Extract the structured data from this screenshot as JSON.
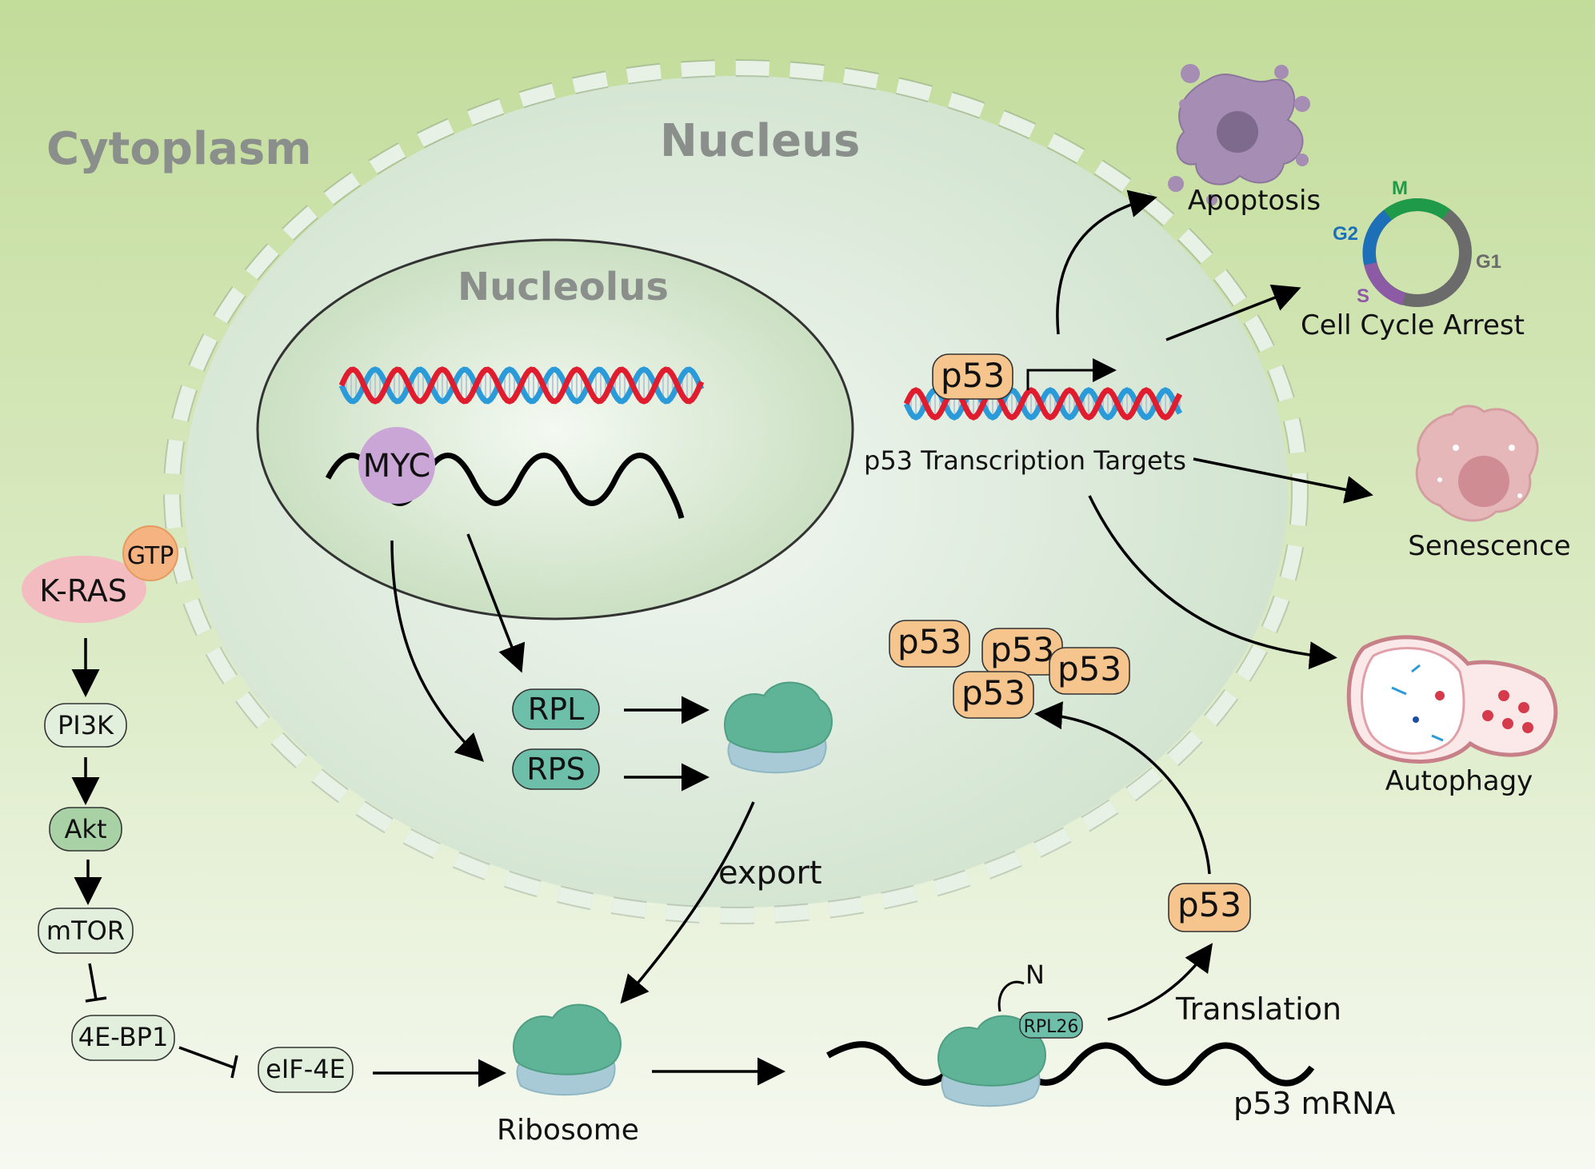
{
  "regions": {
    "cytoplasm": "Cytoplasm",
    "nucleus": "Nucleus",
    "nucleolus": "Nucleolus"
  },
  "pathway": {
    "kras": "K-RAS",
    "gtp": "GTP",
    "pi3k": "PI3K",
    "akt": "Akt",
    "mtor": "mTOR",
    "eif4ebp1": "4E-BP1",
    "eif4e": "eIF-4E"
  },
  "nucleolus_content": {
    "myc": "MYC",
    "rpl": "RPL",
    "rps": "RPS"
  },
  "labels": {
    "export": "export",
    "ribosome": "Ribosome",
    "translation": "Translation",
    "p53_mrna": "p53 mRNA",
    "rpl26": "RPL26",
    "n_terminus": "N",
    "p53": "p53",
    "p53_targets": "p53 Transcription Targets"
  },
  "outcomes": {
    "apoptosis": "Apoptosis",
    "cell_cycle_arrest": "Cell Cycle Arrest",
    "senescence": "Senescence",
    "autophagy": "Autophagy"
  },
  "cell_cycle_phases": {
    "m": "M",
    "g1": "G1",
    "s": "S",
    "g2": "G2"
  },
  "colors": {
    "background_top": "#c4dd9d",
    "background_bottom": "#f4f8ee",
    "nucleus_fill": "#dfece0",
    "ribosome_large": "#62b59a",
    "ribosome_small": "#a8cad6",
    "p53_fill": "#f6c48d",
    "rp_fill": "#6dbfa9",
    "dna_red": "#e01d2e",
    "dna_blue": "#2a9ad8"
  }
}
